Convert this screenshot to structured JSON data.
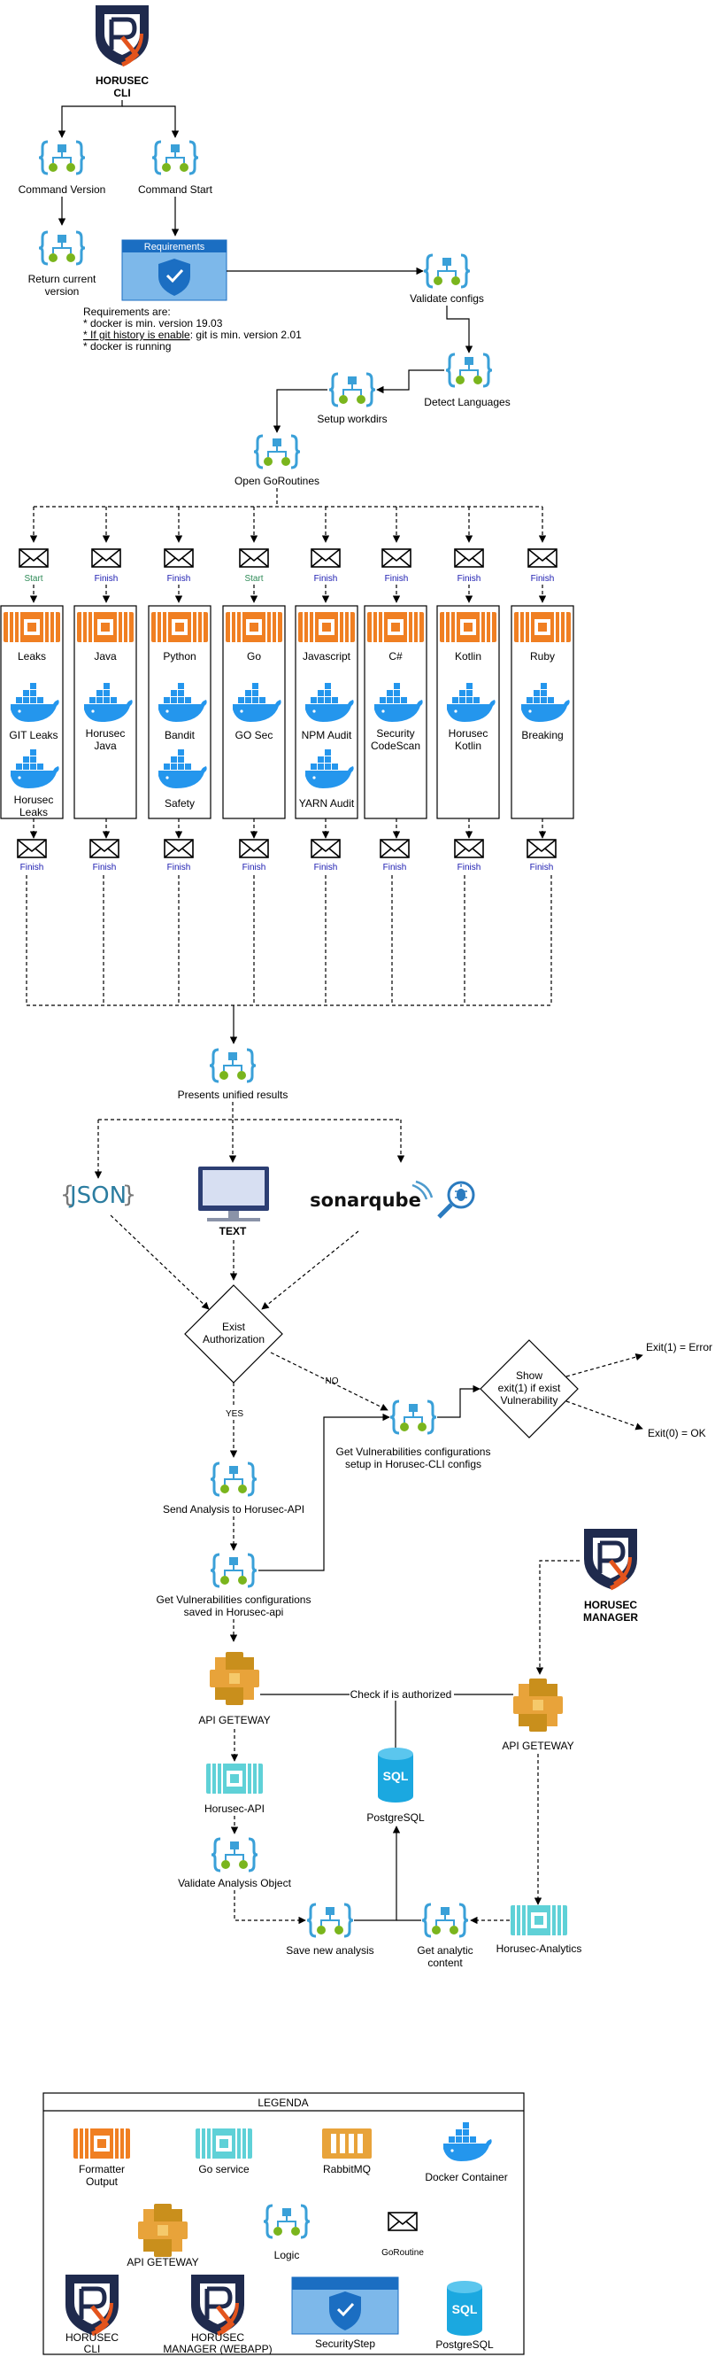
{
  "horusec_cli": {
    "line1": "HORUSEC",
    "line2": "CLI"
  },
  "horusec_manager": {
    "line1": "HORUSEC",
    "line2": "MANAGER"
  },
  "nodes": {
    "command_version": "Command Version",
    "command_start": "Command Start",
    "return_version_1": "Return current",
    "return_version_2": "version",
    "requirements_title": "Requirements",
    "validate_configs": "Validate configs",
    "detect_languages": "Detect Languages",
    "setup_workdirs": "Setup workdirs",
    "open_goroutines": "Open GoRoutines",
    "presents_unified": "Presents unified results",
    "text_label": "TEXT",
    "json_label": "JSON",
    "sonarqube_label": "sonarqube",
    "exist_auth_1": "Exist",
    "exist_auth_2": "Authorization",
    "yes": "YES",
    "no": "NO",
    "send_analysis": "Send Analysis to Horusec-API",
    "get_vuln_api_1": "Get Vulnerabilities configurations",
    "get_vuln_api_2": "saved in Horusec-api",
    "get_vuln_cli_1": "Get Vulnerabilities configurations",
    "get_vuln_cli_2": "setup in Horusec-CLI configs",
    "show_exit_1": "Show",
    "show_exit_2": "exit(1) if exist",
    "show_exit_3": "Vulnerability",
    "exit_error": "Exit(1) = Error",
    "exit_ok": "Exit(0) = OK",
    "api_gateway_left": "API GETEWAY",
    "api_gateway_right": "API GETEWAY",
    "check_authorized": "Check if is authorized",
    "horusec_api": "Horusec-API",
    "postgresql": "PostgreSQL",
    "validate_analysis": "Validate Analysis Object",
    "save_new_analysis": "Save new analysis",
    "get_analytic_1": "Get analytic",
    "get_analytic_2": "content",
    "horusec_analytics": "Horusec-Analytics"
  },
  "requirements": {
    "heading": "Requirements are:",
    "line1": "* docker is min. version  19.03",
    "line2_underlined": "* If git history is enable",
    "line2_rest": ": git is min. version 2.01",
    "line3": "* docker is running"
  },
  "languages": [
    {
      "status": "Start",
      "status_color": "#2e8b57",
      "name": "Leaks",
      "tools": [
        "GIT Leaks",
        "Horusec Leaks"
      ]
    },
    {
      "status": "Finish",
      "status_color": "#1a1ab0",
      "name": "Java",
      "tools": [
        "Horusec Java"
      ]
    },
    {
      "status": "Finish",
      "status_color": "#1a1ab0",
      "name": "Python",
      "tools": [
        "Bandit",
        "Safety"
      ]
    },
    {
      "status": "Start",
      "status_color": "#2e8b57",
      "name": "Go",
      "tools": [
        "GO Sec"
      ]
    },
    {
      "status": "Finish",
      "status_color": "#1a1ab0",
      "name": "Javascript",
      "tools": [
        "NPM Audit",
        "YARN Audit"
      ]
    },
    {
      "status": "Finish",
      "status_color": "#1a1ab0",
      "name": "C#",
      "tools": [
        "Security CodeScan"
      ]
    },
    {
      "status": "Finish",
      "status_color": "#1a1ab0",
      "name": "Kotlin",
      "tools": [
        "Horusec Kotlin"
      ]
    },
    {
      "status": "Finish",
      "status_color": "#1a1ab0",
      "name": "Ruby",
      "tools": [
        "Breaking"
      ]
    }
  ],
  "bottom_status": "Finish",
  "legend": {
    "title": "LEGENDA",
    "formatter_1": "Formatter",
    "formatter_2": "Output",
    "go_service": "Go service",
    "rabbitmq": "RabbitMQ",
    "docker": "Docker Container",
    "api_gateway": "API GETEWAY",
    "logic": "Logic",
    "goroutine": "GoRoutine",
    "cli_1": "HORUSEC",
    "cli_2": "CLI",
    "manager_1": "HORUSEC",
    "manager_2": "MANAGER (WEBAPP)",
    "security_step": "SecurityStep",
    "postgresql": "PostgreSQL",
    "sql_icon_text": "SQL"
  },
  "colors": {
    "logic_blue": "#3aa0d8",
    "logic_green": "#7ab51d",
    "formatter_orange": "#f07f22",
    "docker_blue": "#2496ed",
    "go_service_teal": "#5fd1d7",
    "rabbit_gold": "#e8a33a",
    "api_gold": "#c98f1c",
    "sql_cyan": "#1ba8e0",
    "requirements_blue": "#1b6ec2",
    "horusec_navy": "#1f2a4d",
    "horusec_orange": "#e3541d"
  }
}
